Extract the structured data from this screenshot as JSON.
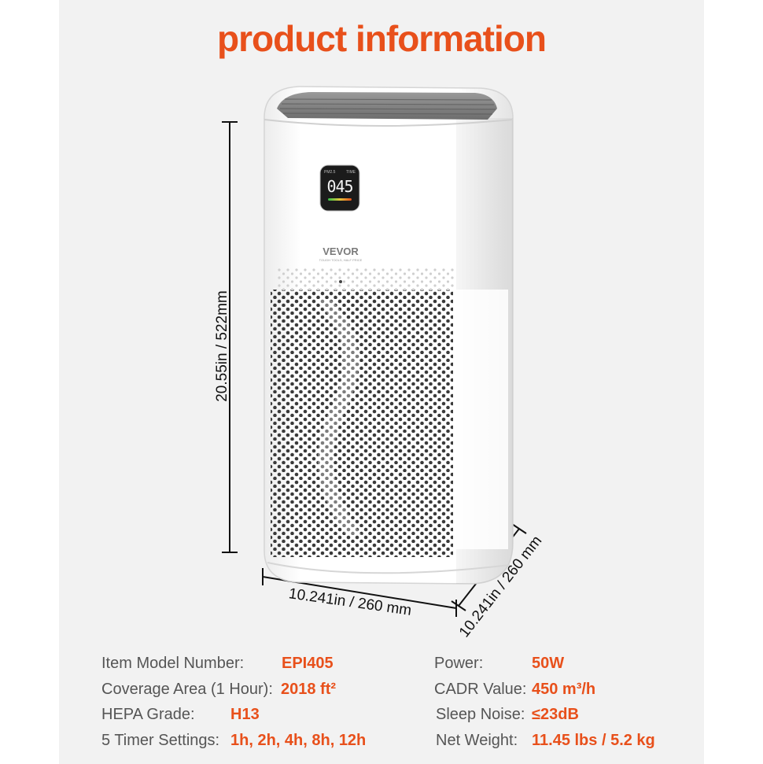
{
  "title": "product information",
  "brand": {
    "name": "VEVOR",
    "tagline": "TOUGH TOOLS, HALF PRICE"
  },
  "display": {
    "reading": "045",
    "left_label": "PM2.5",
    "right_label": "TIME"
  },
  "dimensions": {
    "height": "20.55in / 522mm",
    "width": "10.241in / 260 mm",
    "depth": "10.241in / 260 mm"
  },
  "specs_left": [
    {
      "label": "Item Model Number:",
      "value": "EPI405"
    },
    {
      "label": "Coverage Area (1 Hour):",
      "value": "2018 ft²"
    },
    {
      "label": "HEPA Grade:",
      "value": "H13"
    },
    {
      "label": "5 Timer Settings:",
      "value": "1h, 2h, 4h, 8h, 12h"
    }
  ],
  "specs_right": [
    {
      "label": "Power:",
      "value": "50W"
    },
    {
      "label": "CADR Value:",
      "value": "450 m³/h"
    },
    {
      "label": "Sleep Noise:",
      "value": "≤23dB"
    },
    {
      "label": "Net Weight:",
      "value": "11.45 lbs / 5.2 kg"
    }
  ],
  "colors": {
    "accent": "#e8501b",
    "background": "#f2f2f2",
    "label": "#555555"
  }
}
